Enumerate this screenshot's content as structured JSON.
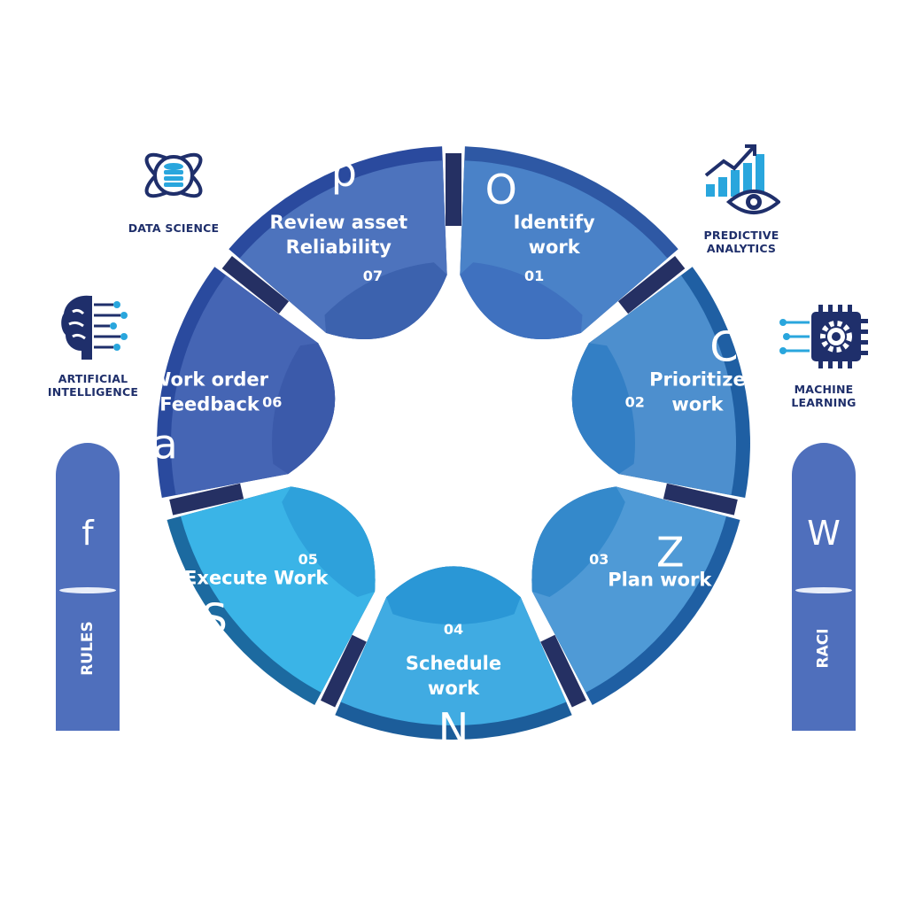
{
  "segments": [
    {
      "number": "01",
      "label": [
        "Identify",
        "work"
      ],
      "letter": "O"
    },
    {
      "number": "02",
      "label": [
        "Prioritize",
        "work"
      ],
      "letter": "C"
    },
    {
      "number": "03",
      "label": [
        "Plan work"
      ],
      "letter": "Z"
    },
    {
      "number": "04",
      "label": [
        "Schedule",
        "work"
      ],
      "letter": "N"
    },
    {
      "number": "05",
      "label": [
        "Execute Work"
      ],
      "letter": "S"
    },
    {
      "number": "06",
      "label": [
        "Work order",
        "Feedback"
      ],
      "letter": "a"
    },
    {
      "number": "07",
      "label": [
        "Review asset",
        "Reliability"
      ],
      "letter": "p"
    }
  ],
  "captions": {
    "data_science": "DATA SCIENCE",
    "predictive_analytics": "PREDICTIVE\nANALYTICS",
    "artificial_intelligence": "ARTIFICIAL\nINTELLIGENCE",
    "machine_learning": "MACHINE\nLEARNING"
  },
  "pillars": {
    "left": {
      "letter": "f",
      "label": "RULES"
    },
    "right": {
      "letter": "W",
      "label": "RACI"
    }
  },
  "colors": {
    "segment_fills": [
      "#4a82c8",
      "#4d8fce",
      "#4f9ad6",
      "#40abe2",
      "#3ab4e7",
      "#4565b4",
      "#4d73bd"
    ],
    "segment_rims": [
      "#2e58a4",
      "#1f5fa3",
      "#1f5fa3",
      "#1c5d9a",
      "#1c6aa0",
      "#2a4a9e",
      "#2a4a9e"
    ],
    "segment_cups": [
      "#3d6fbd",
      "#2f7cc3",
      "#2f86c9",
      "#2793d3",
      "#2d9dd8",
      "#3a58a8",
      "#3a5fab"
    ],
    "separator": "#253063",
    "navy": "#1f2f6b",
    "accent_light": "#29a6dd",
    "pillar": "#4f6fbc"
  },
  "icons": {
    "data_science": "database-atom-icon",
    "predictive_analytics": "chart-eye-icon",
    "artificial_intelligence": "brain-circuit-icon",
    "machine_learning": "chip-gear-icon"
  }
}
